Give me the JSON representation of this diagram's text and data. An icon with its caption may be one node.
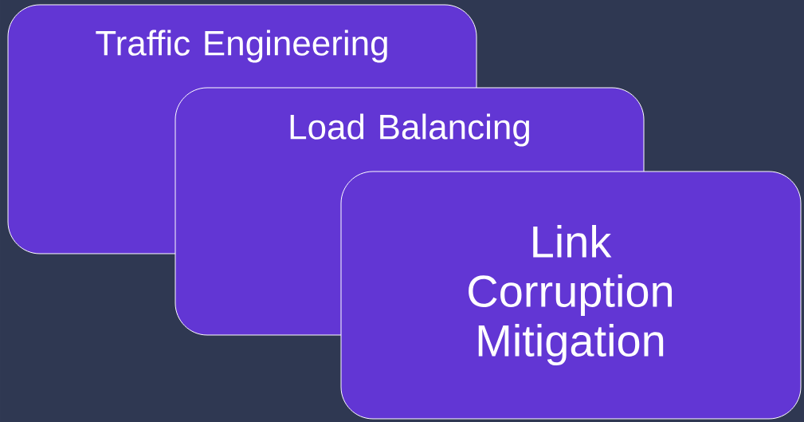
{
  "diagram": {
    "nodes": [
      {
        "text": [
          "Traffic Engineering"
        ]
      },
      {
        "text": [
          "Load Balancing"
        ]
      },
      {
        "text": [
          "Link Corruption Mitigation"
        ]
      }
    ]
  }
}
